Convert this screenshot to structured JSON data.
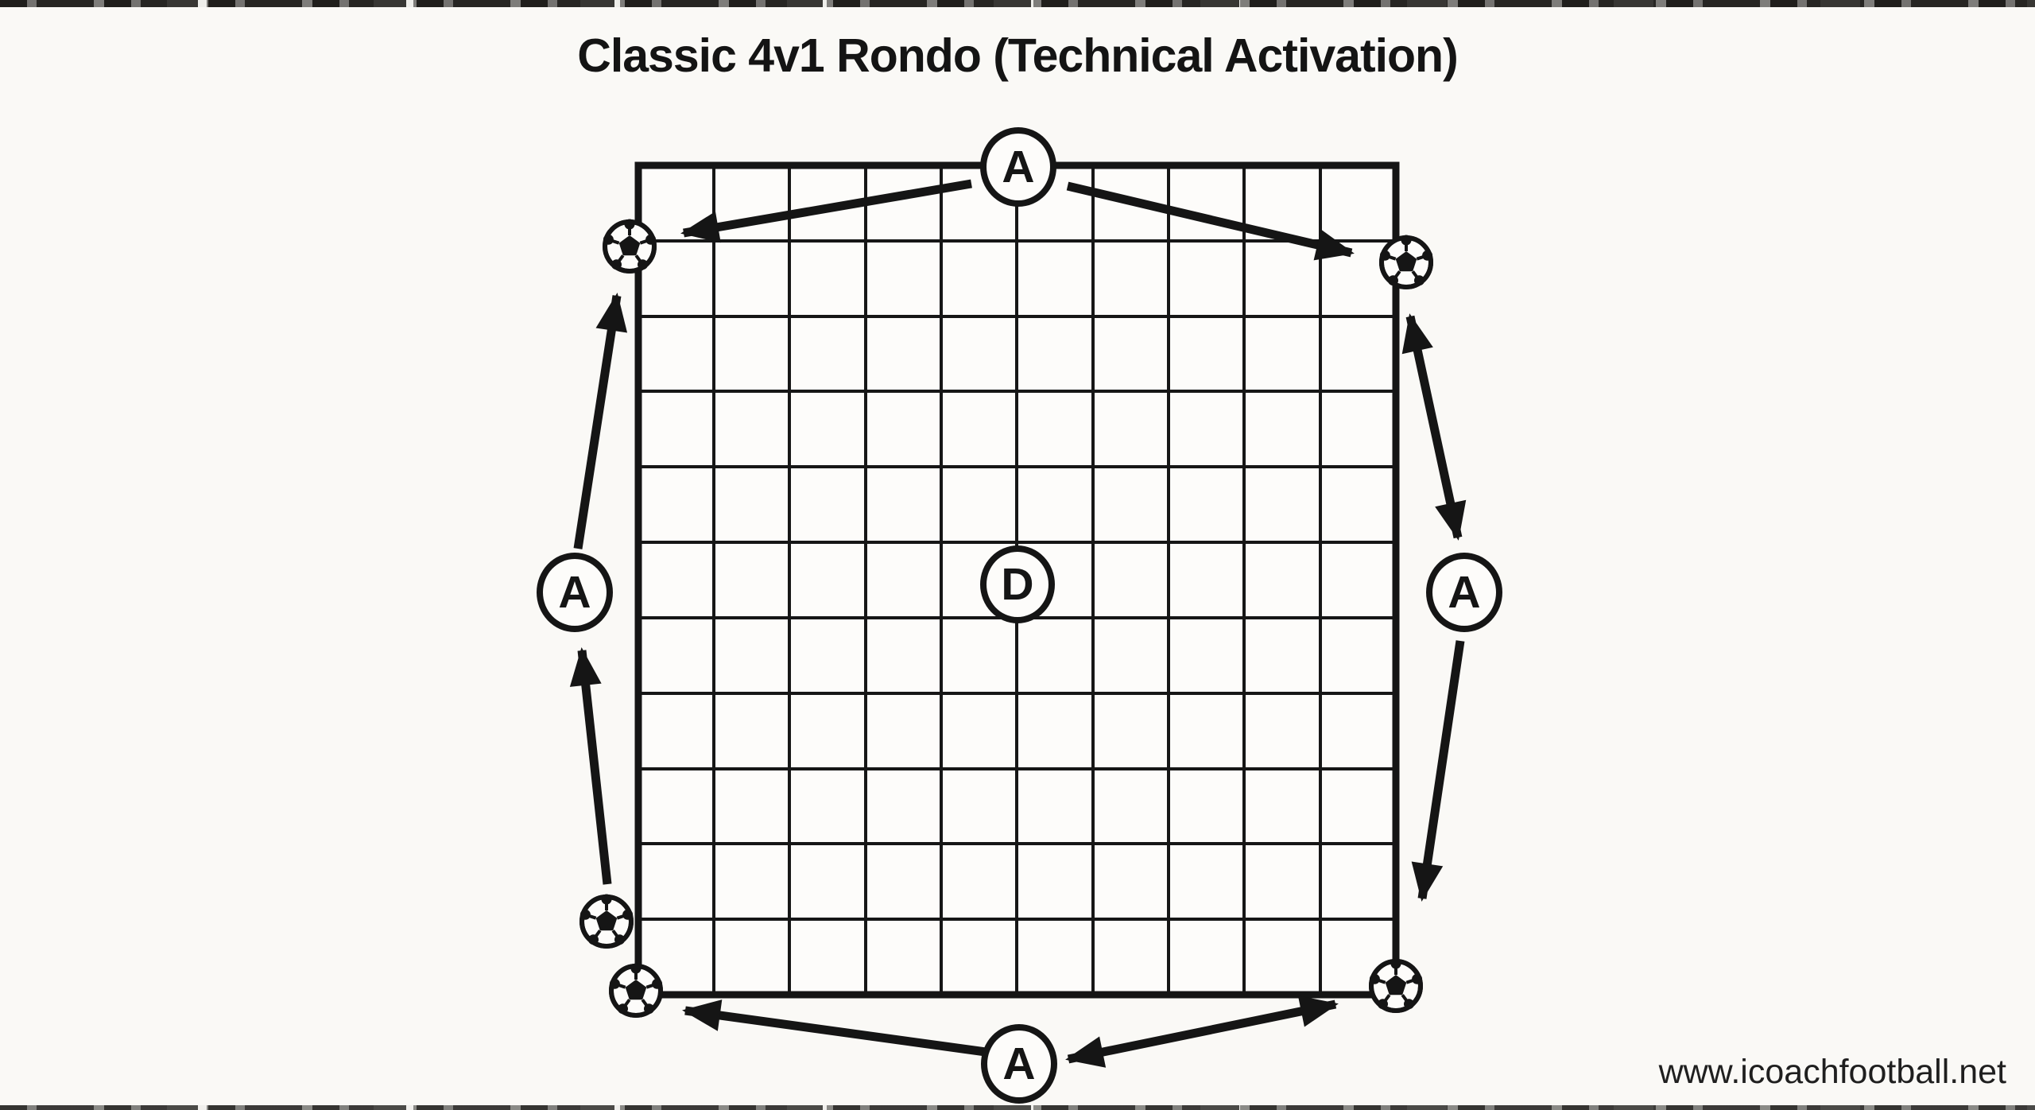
{
  "page": {
    "title": "Classic 4v1 Rondo (Technical Activation)",
    "watermark": "www.icoachfootball.net"
  },
  "colors": {
    "ink": "#151515",
    "background": "#faf9f6"
  },
  "pitch_grid": {
    "columns": 10,
    "rows": 11
  },
  "markers": [
    {
      "position": "top-edge",
      "label": "A"
    },
    {
      "position": "left-edge",
      "label": "A"
    },
    {
      "position": "right-edge",
      "label": "A"
    },
    {
      "position": "bottom-edge",
      "label": "A"
    },
    {
      "position": "center",
      "label": "D"
    }
  ],
  "balls": [
    {
      "position": "top-left"
    },
    {
      "position": "top-right"
    },
    {
      "position": "left-lower"
    },
    {
      "position": "bottom-left-corner"
    },
    {
      "position": "bottom-right-corner"
    }
  ],
  "arrows": [
    {
      "from": "player-top",
      "to": "ball-top-left",
      "double_headed": false
    },
    {
      "from": "player-top",
      "to": "ball-top-right",
      "double_headed": false
    },
    {
      "from": "player-left",
      "to": "ball-top-left",
      "double_headed": false
    },
    {
      "from": "ball-left-lower",
      "to": "player-left",
      "double_headed": false
    },
    {
      "from": "ball-top-right",
      "to": "player-right",
      "double_headed": true
    },
    {
      "from": "player-right",
      "to": "ball-bottom-right-corner",
      "double_headed": false
    },
    {
      "from": "player-bottom",
      "to": "ball-bottom-left-corner",
      "double_headed": false
    },
    {
      "from": "player-bottom",
      "to": "ball-bottom-right-corner",
      "double_headed": true
    }
  ]
}
